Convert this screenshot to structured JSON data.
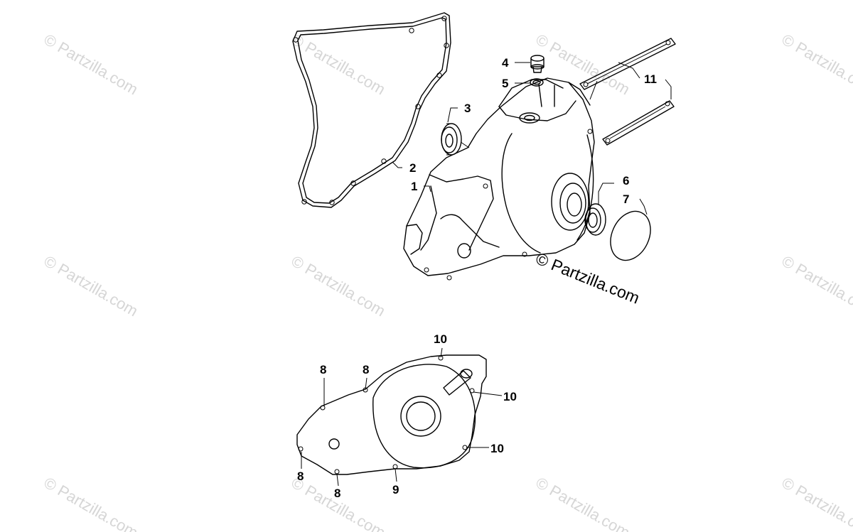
{
  "watermark": {
    "text": "© Partzilla.com"
  },
  "copyright": {
    "text": "© Partzilla.com"
  },
  "callouts": {
    "c1": "1",
    "c2": "2",
    "c3": "3",
    "c4": "4",
    "c5": "5",
    "c6": "6",
    "c7": "7",
    "c11": "11",
    "c8a": "8",
    "c8b": "8",
    "c8c": "8",
    "c8d": "8",
    "c9": "9",
    "c10a": "10",
    "c10b": "10",
    "c10c": "10"
  },
  "colors": {
    "line": "#000000",
    "watermark": "#d6d6d6",
    "background": "#ffffff"
  }
}
